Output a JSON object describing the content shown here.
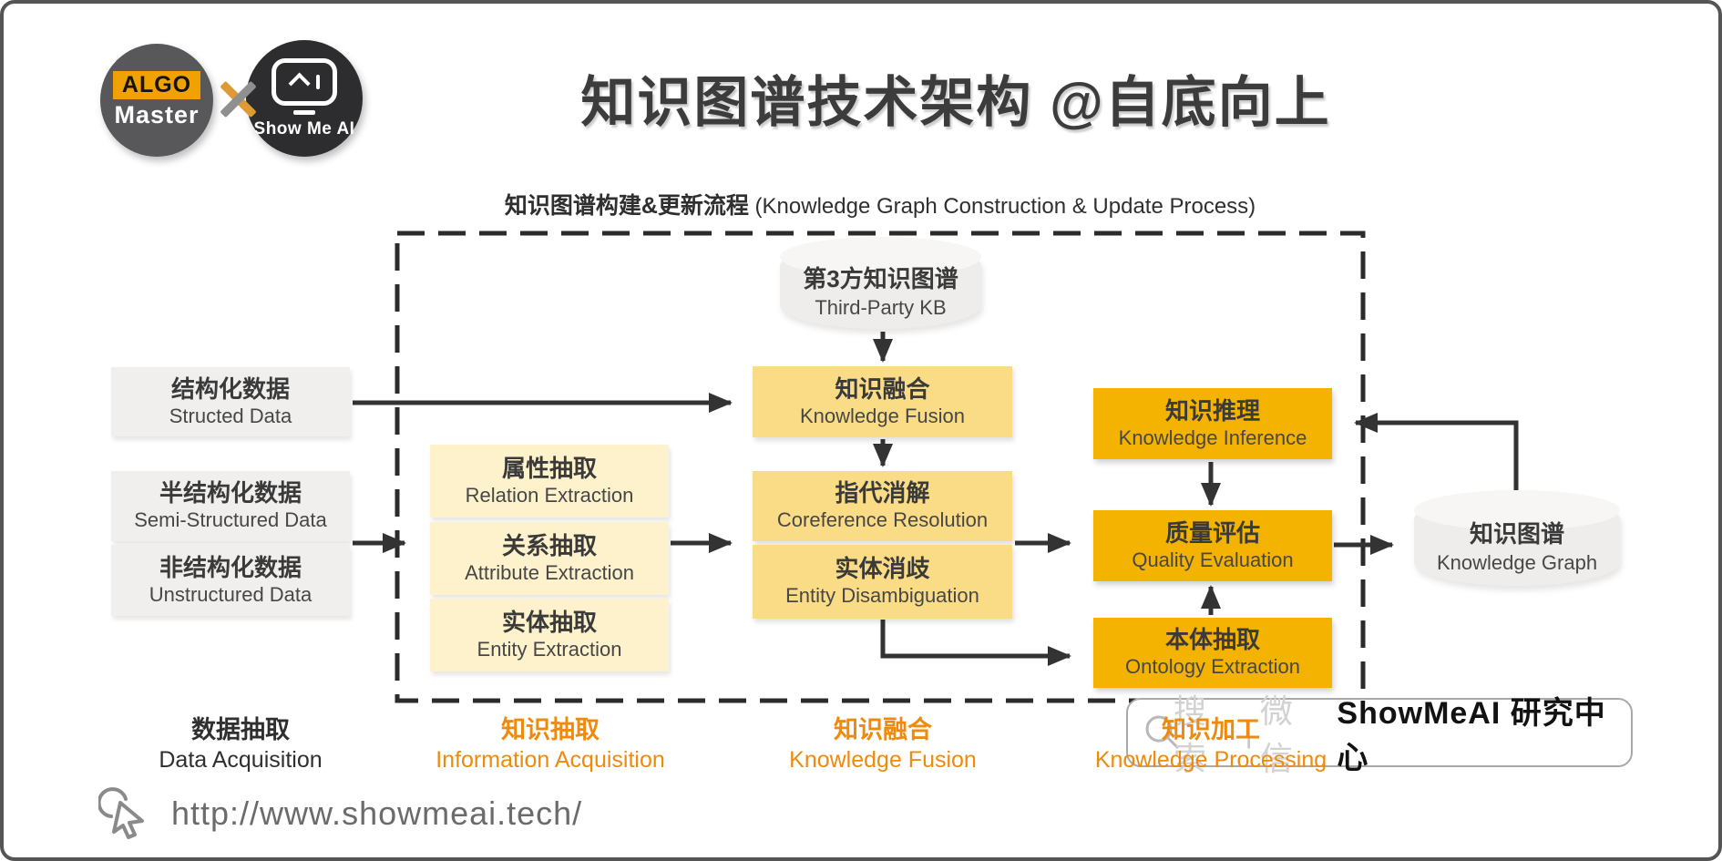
{
  "header": {
    "logo_algo": {
      "line1": "ALGO",
      "line2": "Master"
    },
    "logo_showmeai": {
      "brand": "Show Me AI"
    },
    "title": "知识图谱技术架构 @自底向上"
  },
  "flow": {
    "label_cn": "知识图谱构建&更新流程",
    "label_en": " (Knowledge Graph Construction & Update Process)",
    "third_party_kb": {
      "cn": "第3方知识图谱",
      "en": "Third-Party KB"
    },
    "sources": [
      {
        "cn": "结构化数据",
        "en": "Structed Data"
      },
      {
        "cn": "半结构化数据",
        "en": "Semi-Structured Data"
      },
      {
        "cn": "非结构化数据",
        "en": "Unstructured Data"
      }
    ],
    "extraction": [
      {
        "cn": "属性抽取",
        "en": "Relation Extraction"
      },
      {
        "cn": "关系抽取",
        "en": "Attribute Extraction"
      },
      {
        "cn": "实体抽取",
        "en": "Entity Extraction"
      }
    ],
    "fusion": [
      {
        "cn": "知识融合",
        "en": "Knowledge Fusion"
      },
      {
        "cn": "指代消解",
        "en": "Coreference Resolution"
      },
      {
        "cn": "实体消歧",
        "en": "Entity Disambiguation"
      }
    ],
    "processing": [
      {
        "cn": "知识推理",
        "en": "Knowledge Inference"
      },
      {
        "cn": "质量评估",
        "en": "Quality Evaluation"
      },
      {
        "cn": "本体抽取",
        "en": "Ontology Extraction"
      }
    ],
    "knowledge_graph": {
      "cn": "知识图谱",
      "en": "Knowledge Graph"
    }
  },
  "stages": [
    {
      "cn": "数据抽取",
      "en": "Data Acquisition"
    },
    {
      "cn": "知识抽取",
      "en": "Information Acquisition"
    },
    {
      "cn": "知识融合",
      "en": "Knowledge Fusion"
    },
    {
      "cn": "知识加工",
      "en": "Knowledge Processing"
    }
  ],
  "watermark": {
    "search_label": "搜索",
    "divider": "|",
    "wechat_label": "微信",
    "brand": "ShowMeAI 研究中心"
  },
  "footer": {
    "url": "http://www.showmeai.tech/"
  },
  "colors": {
    "accent_orange": "#EE8A0D",
    "box_gray": "#F0EFEE",
    "box_cream": "#FDF2CB",
    "box_gold": "#FBDC86",
    "box_orange": "#F5B301",
    "arrow": "#333333"
  }
}
